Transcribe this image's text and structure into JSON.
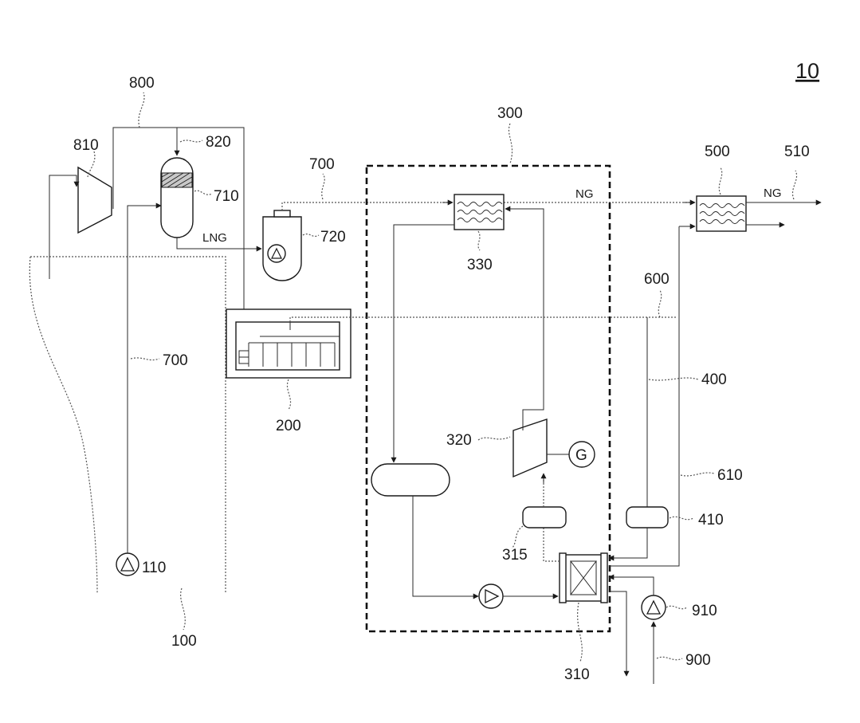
{
  "figure_ref": "10",
  "labels": {
    "ship": "100",
    "pump_110": "110",
    "engine": "200",
    "cycle": "300",
    "exchanger_310": "310",
    "heater_315": "315",
    "turbine": "320",
    "generator": "G",
    "exchanger_330": "330",
    "line_400": "400",
    "heater_410": "410",
    "vaporizer": "500",
    "ng_out": "510",
    "line_600": "600",
    "line_610": "610",
    "lng_line_top": "700",
    "lng_line_left": "700",
    "tank": "710",
    "pump_720": "720",
    "bog_line": "800",
    "compressor": "810",
    "line_820": "820",
    "seawater": "900",
    "pump_910": "910"
  },
  "stream_labels": {
    "lng": "LNG",
    "ng_1": "NG",
    "ng_2": "NG"
  }
}
